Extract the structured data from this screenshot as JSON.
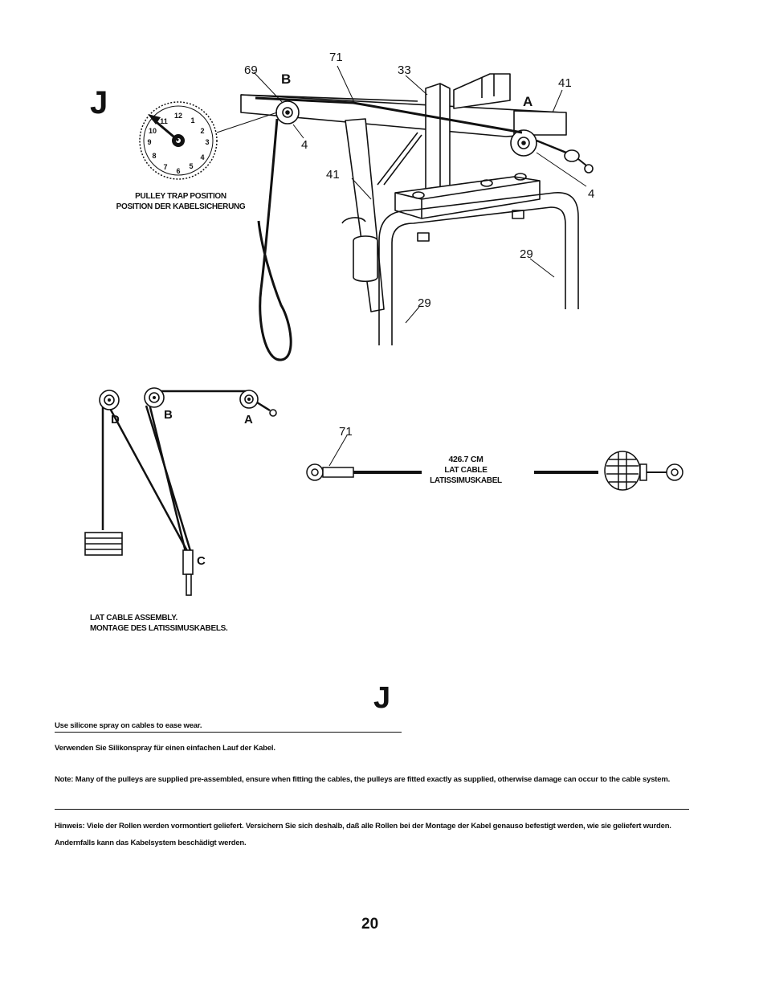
{
  "step": {
    "letter": "J",
    "bottom_letter": "J"
  },
  "figure_top": {
    "callouts": {
      "c69": "69",
      "c71": "71",
      "c33": "33",
      "c41_right": "41",
      "c41_left": "41",
      "c4_left": "4",
      "c4_right": "4",
      "c29_right": "29",
      "c29_left": "29",
      "pulley_b": "B",
      "pulley_a": "A"
    },
    "dial_numbers": [
      "12",
      "1",
      "2",
      "3",
      "4",
      "5",
      "6",
      "7",
      "8",
      "9",
      "10",
      "11"
    ],
    "caption_en": "PULLEY TRAP POSITION",
    "caption_de": "POSITION DER KABELSICHERUNG"
  },
  "figure_assembly": {
    "label_d": "D",
    "label_b": "B",
    "label_a": "A",
    "label_c": "C",
    "caption_en": "LAT CABLE ASSEMBLY.",
    "caption_de": "MONTAGE DES LATISSIMUSKABELS."
  },
  "figure_cable": {
    "callout": "71",
    "length": "426.7 cm",
    "name_en": "LAT CABLE",
    "name_de": "LATISSIMUSKABEL"
  },
  "notes": {
    "tip_en": "Use silicone spray on cables to ease wear.",
    "tip_de": "Verwenden Sie Silikonspray für einen einfachen Lauf der Kabel.",
    "note_en_label": "Note:",
    "note_en_text": "Many of the pulleys are supplied pre-assembled, ensure when fitting the cables, the pulleys are fitted exactly as supplied, otherwise damage can occur to the cable system.",
    "note_de_label": "Hinweis:",
    "note_de_text": "Viele der Rollen werden vormontiert geliefert. Versichern Sie sich deshalb, daß alle Rollen bei der Montage der Kabel genauso befestigt werden, wie sie geliefert wurden. Andernfalls kann das Kabelsystem beschädigt werden."
  },
  "page_number": "20"
}
